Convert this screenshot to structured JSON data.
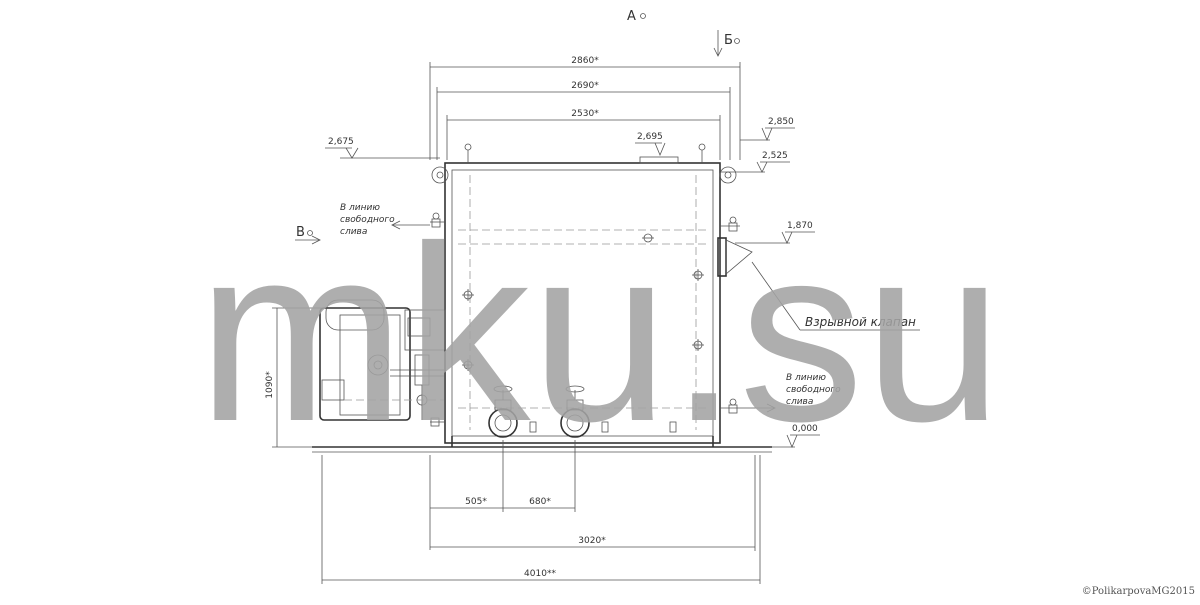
{
  "views": {
    "a": "А",
    "b": "Б",
    "v": "В"
  },
  "dimensions": {
    "top_2860": "2860*",
    "top_2690": "2690*",
    "top_2530": "2530*",
    "bottom_505": "505*",
    "bottom_680": "680*",
    "bottom_3020": "3020*",
    "bottom_4010": "4010**",
    "height_1090": "1090*"
  },
  "elevations": {
    "e2675": "2,675",
    "e2695": "2,695",
    "e2850": "2,850",
    "e2525": "2,525",
    "e1870": "1,870",
    "e0000": "0,000"
  },
  "labels": {
    "drain_left": [
      "В линию",
      "свободного",
      "слива"
    ],
    "drain_right": [
      "В линию",
      "свободного",
      "слива"
    ],
    "explosion_valve": "Взрывной клапан"
  },
  "watermark": "mku.su",
  "copyright": "©PolikarpovaMG2015"
}
